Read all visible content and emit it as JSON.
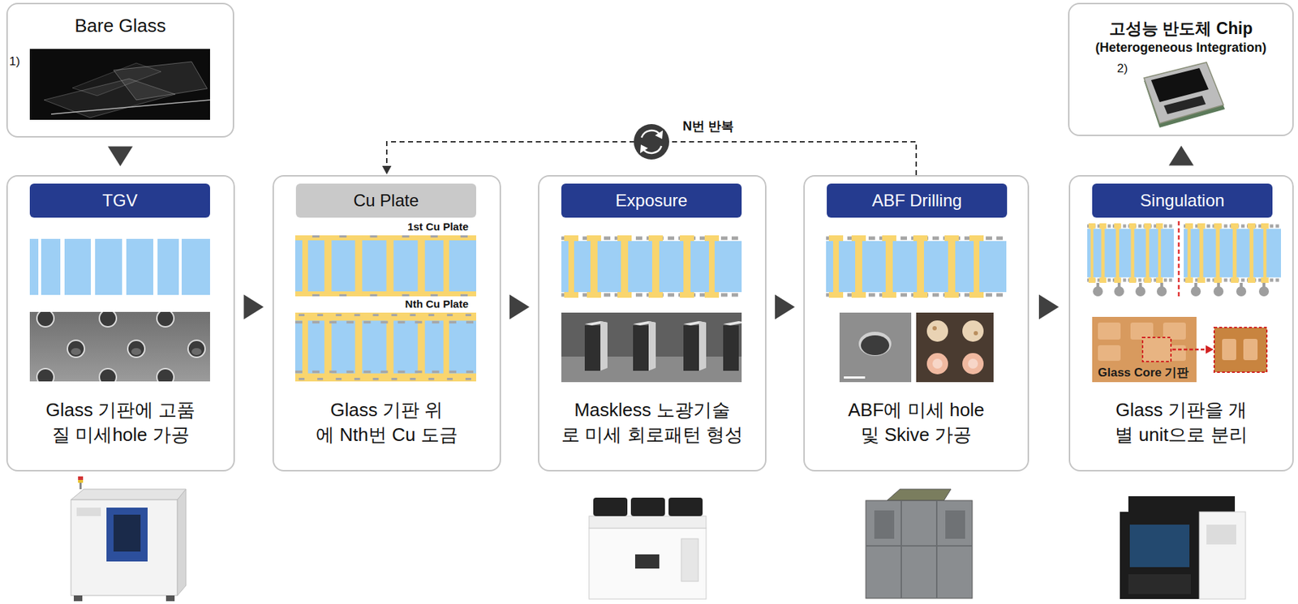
{
  "diagram": {
    "nodes": [
      {
        "text": [
          "Bare Glass"
        ]
      },
      {
        "text": [
          "TGV",
          "Glass 기판에 고품질 미세hole 가공"
        ]
      },
      {
        "text": [
          "Cu Plate",
          "Glass 기판 위에 Nth번 Cu 도금"
        ]
      },
      {
        "text": [
          "Exposure",
          "Maskless 노광기술로 미세 회로패턴 형성"
        ]
      },
      {
        "text": [
          "ABF Drilling",
          "ABF에 미세 hole 및 Skive 가공"
        ]
      },
      {
        "text": [
          "Singulation",
          "Glass 기판을 개별 unit으로 분리"
        ]
      },
      {
        "text": [
          "고성능 반도체 Chip",
          "(Heterogeneous Integration)"
        ]
      }
    ],
    "edges": [
      {
        "from": 0,
        "to": 1,
        "arrow": "to"
      },
      {
        "from": 1,
        "to": 2,
        "arrow": "to"
      },
      {
        "from": 2,
        "to": 3,
        "arrow": "to"
      },
      {
        "from": 3,
        "to": 4,
        "arrow": "to"
      },
      {
        "from": 4,
        "to": 5,
        "arrow": "to"
      },
      {
        "from": 5,
        "to": 6,
        "arrow": "to"
      },
      {
        "from": 4,
        "to": 2,
        "label": "N번 반복",
        "arrow": "to"
      }
    ],
    "labels": [
      "1)",
      "2)",
      "1st Cu Plate",
      "Nth Cu Plate",
      "Glass Core 기판"
    ]
  }
}
